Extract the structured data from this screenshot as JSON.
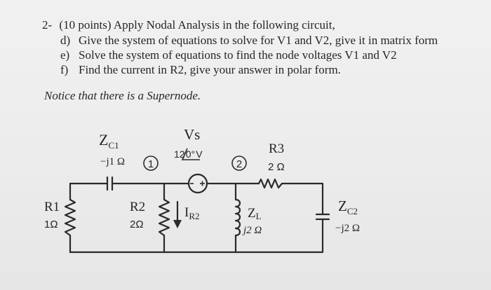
{
  "question": {
    "number": "2-",
    "header": "(10 points) Apply Nodal Analysis in the following circuit,",
    "items": [
      {
        "letter": "d)",
        "text": "Give the system of equations to solve for V1 and V2, give it in matrix form"
      },
      {
        "letter": "e)",
        "text": "Solve the system of equations to find the node voltages V1 and V2"
      },
      {
        "letter": "f)",
        "text": "Find the current in R2, give your answer in polar form."
      }
    ],
    "notice": "Notice that there is a Supernode."
  },
  "circuit": {
    "zc1": {
      "name": "Zc1",
      "main": "Z",
      "sub": "C1",
      "value": "−j1 Ω"
    },
    "vs": {
      "name": "Vs",
      "value": "12/0° V",
      "magnitude": "12",
      "angle": "0°",
      "unit": "V"
    },
    "node1": "1",
    "node2": "2",
    "r3": {
      "name": "R3",
      "value": "2 Ω"
    },
    "r1": {
      "name": "R1",
      "value": "1Ω"
    },
    "r2": {
      "name": "R2",
      "value": "2Ω"
    },
    "ir2": {
      "main": "I",
      "sub": "R2"
    },
    "zl": {
      "name": "ZL",
      "main": "Z",
      "sub": "L",
      "value": "j2 Ω"
    },
    "zc2": {
      "name": "Zc2",
      "main": "Z",
      "sub": "C2",
      "value": "−j2 Ω"
    }
  }
}
